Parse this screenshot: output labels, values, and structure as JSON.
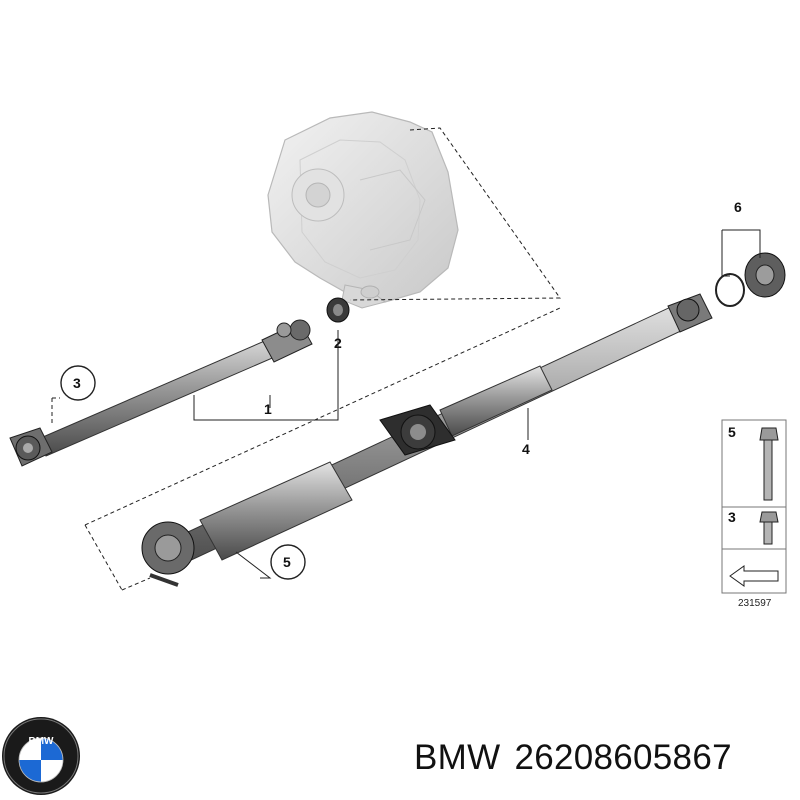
{
  "callouts": {
    "c1": "1",
    "c2": "2",
    "c3": "3",
    "c4": "4",
    "c5": "5",
    "c6": "6"
  },
  "parts_box": {
    "row_top": "5",
    "row_mid": "3"
  },
  "diagram_ref": "231597",
  "logo": {
    "text": "BMW",
    "colors": {
      "ring": "#1a1a1a",
      "blue": "#1c69d4",
      "white": "#ffffff"
    }
  },
  "caption": {
    "brand": "BMW",
    "part_number": "26208605867"
  }
}
